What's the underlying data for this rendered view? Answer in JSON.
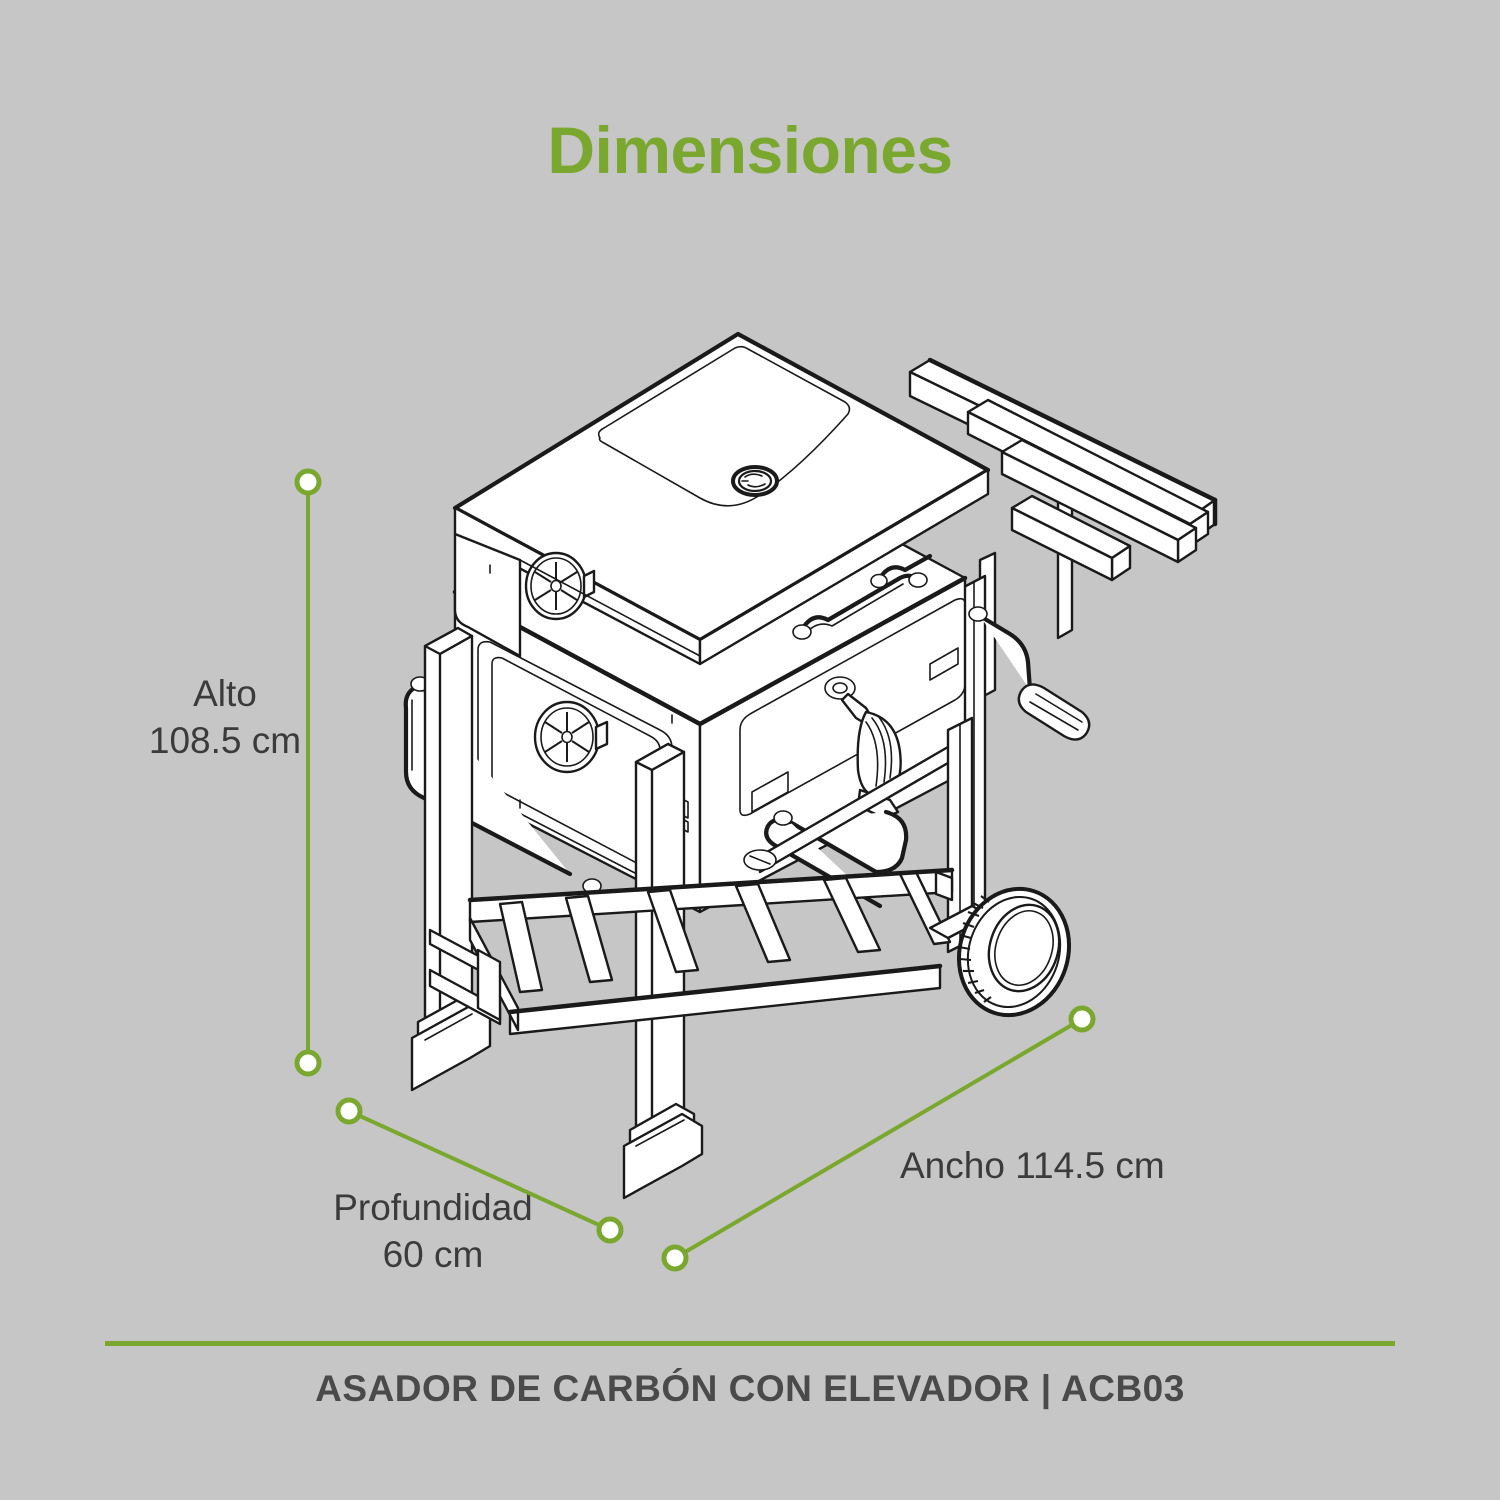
{
  "page": {
    "title": "Dimensiones",
    "background_color": "#c6c6c6",
    "accent_color": "#7aa72e",
    "text_color": "#3b3b3b"
  },
  "dimensions": {
    "height": {
      "name": "alto",
      "label": "Alto",
      "value": "108.5 cm",
      "text": "Alto\n108.5 cm"
    },
    "depth": {
      "name": "profundidad",
      "label": "Profundidad",
      "value": "60 cm",
      "text": "Profundidad\n60 cm"
    },
    "width": {
      "name": "ancho",
      "label": "Ancho",
      "value": "114.5 cm",
      "text": "Ancho 114.5 cm"
    }
  },
  "product": {
    "caption": "ASADOR DE CARBÓN CON ELEVADOR | ACB03",
    "name": "ASADOR DE CARBÓN CON ELEVADOR",
    "model": "ACB03",
    "illustration": "charcoal-grill-cart-line-drawing"
  }
}
